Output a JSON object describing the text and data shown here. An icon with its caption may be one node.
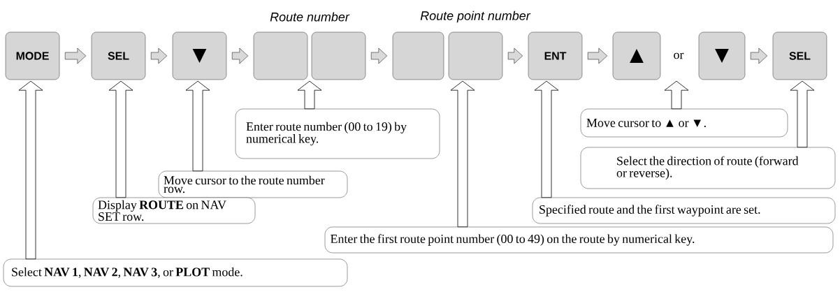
{
  "diagram": {
    "nodes": [
      {
        "text": [
          "MODE"
        ]
      },
      {
        "text": [
          "SEL"
        ]
      },
      {
        "text": [
          "▼"
        ]
      },
      {
        "text": [],
        "shape": "box"
      },
      {
        "text": [],
        "shape": "box"
      },
      {
        "text": [],
        "shape": "box"
      },
      {
        "text": [],
        "shape": "box"
      },
      {
        "text": [
          "ENT"
        ]
      },
      {
        "text": [
          "▲"
        ]
      },
      {
        "text": [
          "or"
        ]
      },
      {
        "text": [
          "▼"
        ]
      },
      {
        "text": [
          "SEL"
        ]
      },
      {
        "text": [
          "Enter route number (00 to 19) by numerical key."
        ]
      },
      {
        "text": [
          "Move cursor to ▲ or ▼."
        ]
      },
      {
        "text": [
          "Select the direction of route (forward or reverse)."
        ]
      },
      {
        "text": [
          "Move cursor to the route number row."
        ]
      },
      {
        "text": [
          "Display **ROUTE** on NAV SET row."
        ]
      },
      {
        "text": [
          "Specified route and the first waypoint are set."
        ]
      },
      {
        "text": [
          "Enter the first route point number (00 to 49) on the route by numerical key."
        ]
      },
      {
        "text": [
          "Select **NAV 1**, **NAV 2**, **NAV 3**, or **PLOT** mode."
        ]
      }
    ],
    "edges": [
      {
        "from": 0,
        "to": 1,
        "arrow": "to"
      },
      {
        "from": 1,
        "to": 2,
        "arrow": "to"
      },
      {
        "from": 2,
        "to": 3,
        "arrow": "to"
      },
      {
        "from": 4,
        "to": 5,
        "arrow": "to"
      },
      {
        "from": 6,
        "to": 7,
        "arrow": "to"
      },
      {
        "from": 7,
        "to": 8,
        "arrow": "to"
      },
      {
        "from": 10,
        "to": 11,
        "arrow": "to"
      },
      {
        "from": 12,
        "to": 3,
        "arrow": "to"
      },
      {
        "from": 13,
        "to": 9,
        "arrow": "to"
      },
      {
        "from": 14,
        "to": 11,
        "arrow": "to"
      },
      {
        "from": 15,
        "to": 2,
        "arrow": "to"
      },
      {
        "from": 16,
        "to": 1,
        "arrow": "to"
      },
      {
        "from": 17,
        "to": 7,
        "arrow": "to"
      },
      {
        "from": 18,
        "to": 6,
        "arrow": "to"
      },
      {
        "from": 19,
        "to": 0,
        "arrow": "to"
      }
    ],
    "labels": [
      "Route number",
      "Route point number"
    ]
  }
}
